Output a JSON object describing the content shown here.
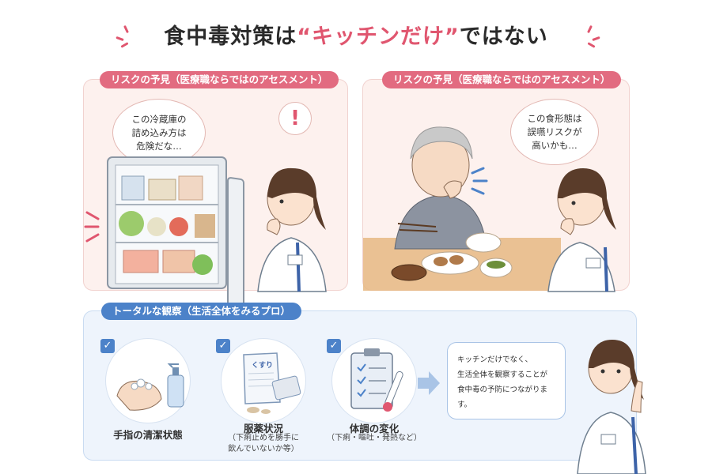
{
  "header": {
    "title_pre": "食中毒対策は",
    "title_accent": "“キッチンだけ”",
    "title_post": "ではない"
  },
  "panels": {
    "left": {
      "label": "リスクの予見（医療職ならではのアセスメント）",
      "bubble_lines": [
        "この冷蔵庫の",
        "詰め込み方は",
        "危険だな…"
      ],
      "alert_icon": "!"
    },
    "right": {
      "label": "リスクの予見（医療職ならではのアセスメント）",
      "bubble_lines": [
        "この食形態は",
        "誤嚥リスクが",
        "高いかも…"
      ]
    },
    "bottom": {
      "label": "トータルな観察（生活全体をみるプロ）",
      "items": [
        {
          "caption": "手指の清潔状態",
          "note_lines": []
        },
        {
          "caption": "服薬状況",
          "note_lines": [
            "（下痢止めを勝手に",
            "飲んでいないか等）"
          ],
          "pill_bag_text": "くすり"
        },
        {
          "caption": "体調の変化",
          "note_lines": [
            "（下痢・嘔吐・発熱など）"
          ]
        }
      ],
      "message_lines": [
        "キッチンだけでなく、",
        "生活全体を観察することが",
        "食中毒の予防につながります。"
      ]
    }
  },
  "colors": {
    "accent_pink": "#e0566f",
    "label_pink": "#e26b80",
    "label_blue": "#4c82c9",
    "panel_pink": "#fdf1ee",
    "panel_blue": "#eef4fc"
  },
  "icons": [
    "sparkle-icon",
    "alert-icon",
    "check-icon",
    "arrow-right-icon",
    "hand-wash-icon",
    "medicine-icon",
    "clipboard-icon",
    "thermometer-icon"
  ]
}
